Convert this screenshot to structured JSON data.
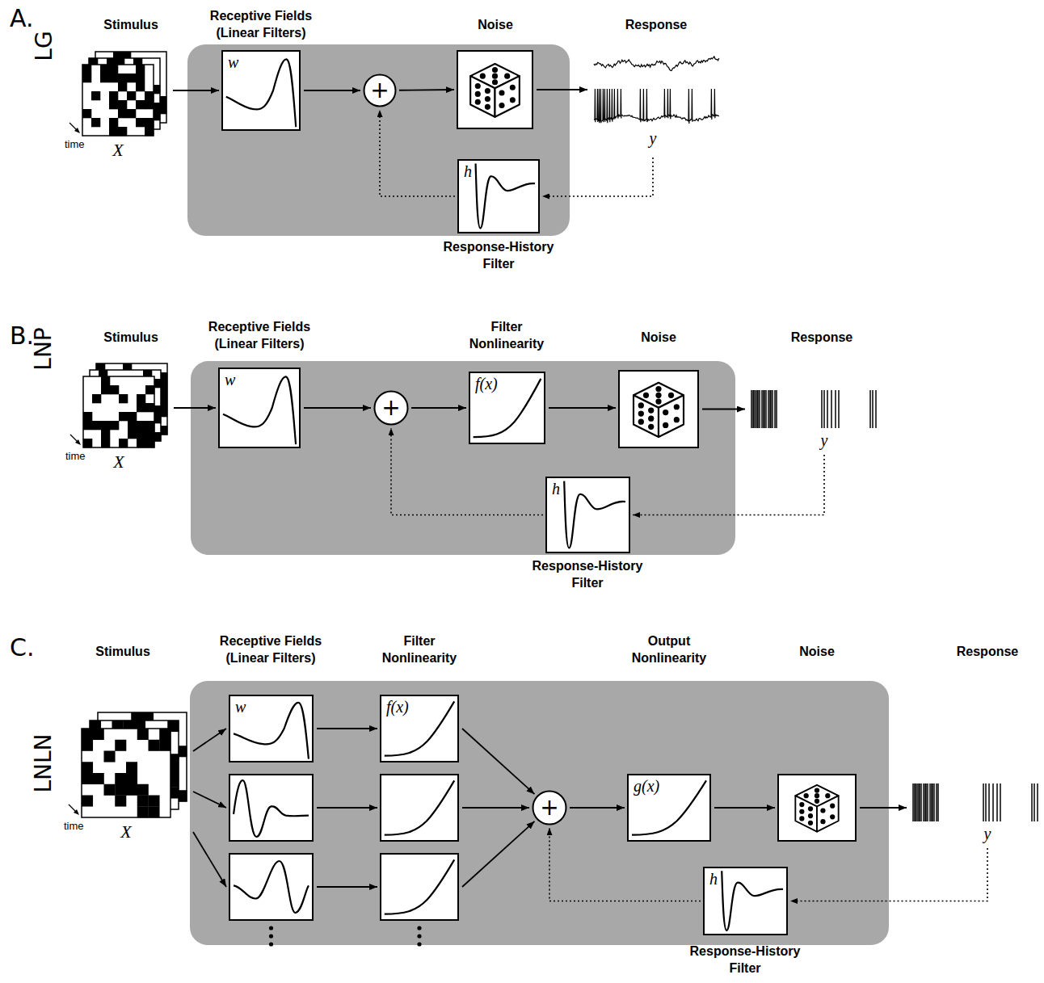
{
  "diagram": {
    "nodes": [
      {
        "text": [
          "Stimulus",
          "time",
          "X"
        ]
      },
      {
        "text": [
          "Receptive Fields (Linear Filters)",
          "w"
        ]
      },
      {
        "text": [
          "+"
        ]
      },
      {
        "text": [
          "Noise"
        ]
      },
      {
        "text": [
          "Response",
          "y"
        ]
      },
      {
        "text": [
          "h",
          "Response-History Filter"
        ]
      },
      {
        "text": [
          "Stimulus",
          "time",
          "X"
        ]
      },
      {
        "text": [
          "Receptive Fields (Linear Filters)",
          "w"
        ]
      },
      {
        "text": [
          "+"
        ]
      },
      {
        "text": [
          "Filter Nonlinearity",
          "f(x)"
        ]
      },
      {
        "text": [
          "Noise"
        ]
      },
      {
        "text": [
          "Response",
          "y"
        ]
      },
      {
        "text": [
          "h",
          "Response-History Filter"
        ]
      },
      {
        "text": [
          "Stimulus",
          "time",
          "X"
        ]
      },
      {
        "text": [
          "Receptive Fields (Linear Filters)",
          "w"
        ]
      },
      {
        "text": []
      },
      {
        "text": []
      },
      {
        "text": [
          "Filter Nonlinearity",
          "f(x)"
        ]
      },
      {
        "text": []
      },
      {
        "text": []
      },
      {
        "text": [
          "+"
        ]
      },
      {
        "text": [
          "Output Nonlinearity",
          "g(x)"
        ]
      },
      {
        "text": [
          "Noise"
        ]
      },
      {
        "text": [
          "Response",
          "y"
        ]
      },
      {
        "text": [
          "h",
          "Response-History Filter"
        ]
      }
    ],
    "edges": [
      {
        "from": 0,
        "to": 1,
        "arrow": "to"
      },
      {
        "from": 1,
        "to": 2,
        "arrow": "to"
      },
      {
        "from": 2,
        "to": 3,
        "arrow": "to"
      },
      {
        "from": 3,
        "to": 4,
        "arrow": "to"
      },
      {
        "from": 4,
        "to": 5,
        "arrow": "to"
      },
      {
        "from": 5,
        "to": 2,
        "arrow": "to"
      },
      {
        "from": 6,
        "to": 7,
        "arrow": "to"
      },
      {
        "from": 7,
        "to": 8,
        "arrow": "to"
      },
      {
        "from": 8,
        "to": 9,
        "arrow": "to"
      },
      {
        "from": 9,
        "to": 10,
        "arrow": "to"
      },
      {
        "from": 10,
        "to": 11,
        "arrow": "to"
      },
      {
        "from": 11,
        "to": 12,
        "arrow": "to"
      },
      {
        "from": 12,
        "to": 8,
        "arrow": "to"
      },
      {
        "from": 13,
        "to": 14,
        "arrow": "to"
      },
      {
        "from": 13,
        "to": 15,
        "arrow": "to"
      },
      {
        "from": 13,
        "to": 16,
        "arrow": "to"
      },
      {
        "from": 14,
        "to": 17,
        "arrow": "to"
      },
      {
        "from": 15,
        "to": 18,
        "arrow": "to"
      },
      {
        "from": 16,
        "to": 19,
        "arrow": "to"
      },
      {
        "from": 17,
        "to": 20,
        "arrow": "to"
      },
      {
        "from": 18,
        "to": 20,
        "arrow": "to"
      },
      {
        "from": 19,
        "to": 20,
        "arrow": "to"
      },
      {
        "from": 20,
        "to": 21,
        "arrow": "to"
      },
      {
        "from": 21,
        "to": 22,
        "arrow": "to"
      },
      {
        "from": 22,
        "to": 23,
        "arrow": "to"
      },
      {
        "from": 23,
        "to": 24,
        "arrow": "to"
      },
      {
        "from": 24,
        "to": 20,
        "arrow": "to"
      }
    ],
    "labels": [
      "A.",
      "LG",
      "B.",
      "LNP",
      "C.",
      "LNLN"
    ]
  }
}
